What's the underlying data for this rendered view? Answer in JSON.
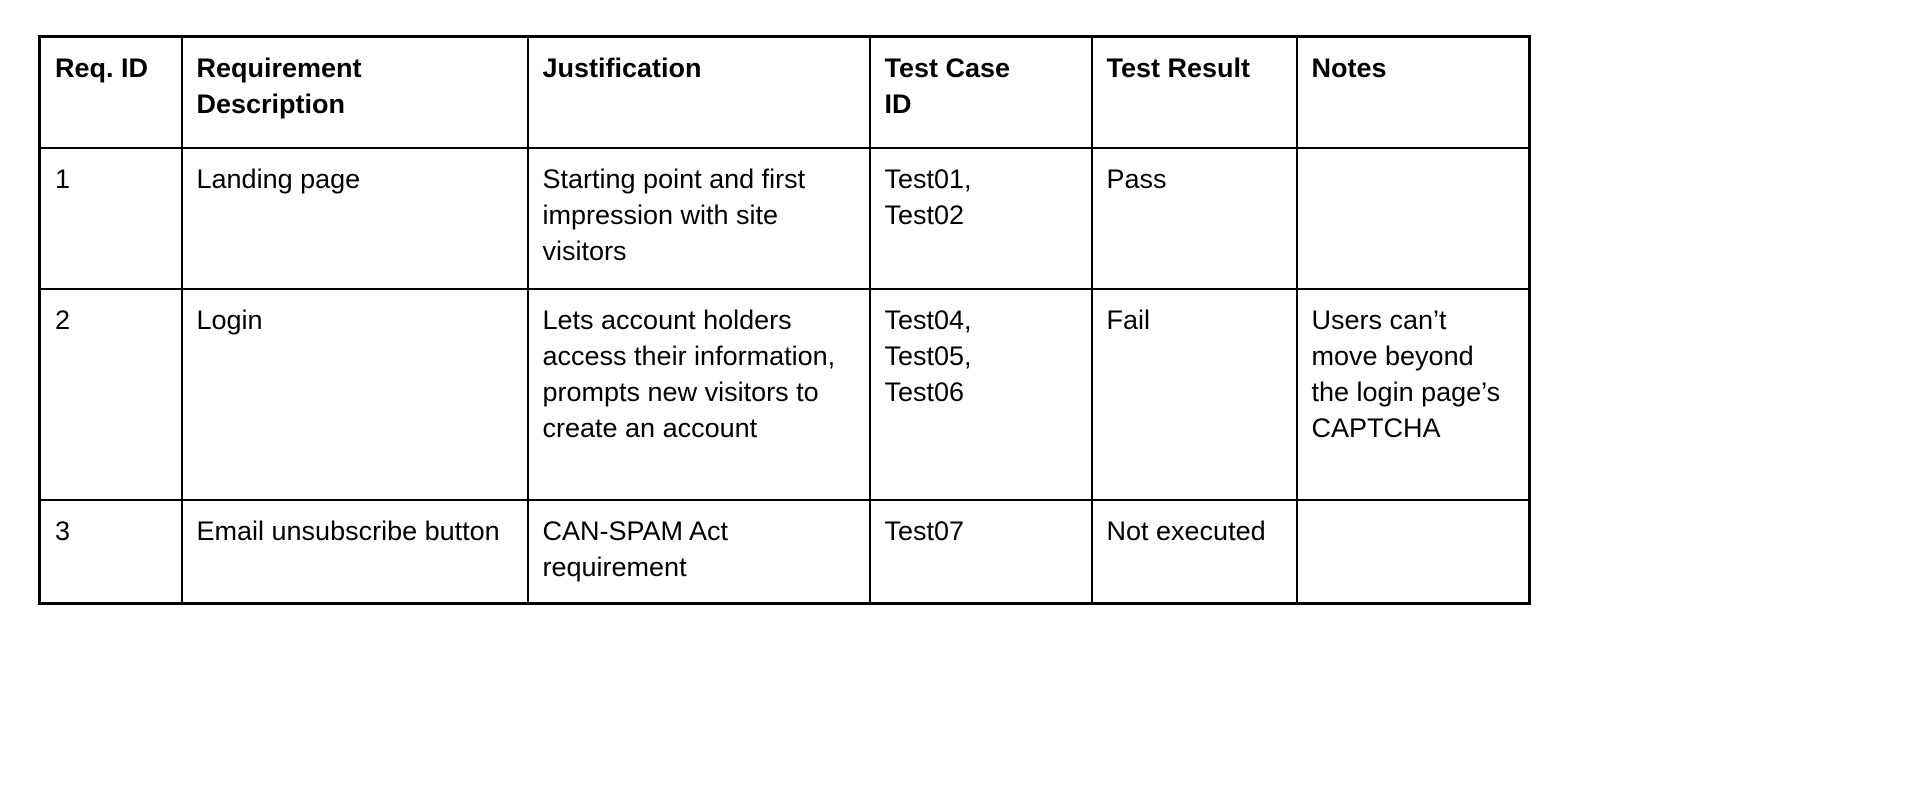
{
  "document": {
    "type": "requirements-traceability-table",
    "background_color": "#ffffff",
    "text_color": "#000000",
    "border_color": "#000000"
  },
  "table": {
    "columns": [
      {
        "key": "req_id",
        "label": "Req. ID"
      },
      {
        "key": "description",
        "label": "Requirement\nDescription"
      },
      {
        "key": "justification",
        "label": "Justification"
      },
      {
        "key": "test_case_id",
        "label": "Test Case\nID"
      },
      {
        "key": "test_result",
        "label": "Test Result"
      },
      {
        "key": "notes",
        "label": "Notes"
      }
    ],
    "rows": [
      {
        "req_id": "1",
        "description": "Landing page",
        "justification": "Starting point and first impression with site visitors",
        "test_case_id": "Test01,\nTest02",
        "test_result": "Pass",
        "notes": ""
      },
      {
        "req_id": "2",
        "description": "Login",
        "justification": "Lets account holders access their information, prompts new visitors to create an account",
        "test_case_id": "Test04,\nTest05,\nTest06",
        "test_result": "Fail",
        "notes": "Users can’t move beyond the login page’s CAPTCHA"
      },
      {
        "req_id": "3",
        "description": "Email unsubscribe button",
        "justification": "CAN-SPAM Act requirement",
        "test_case_id": "Test07",
        "test_result": "Not executed",
        "notes": ""
      }
    ]
  }
}
